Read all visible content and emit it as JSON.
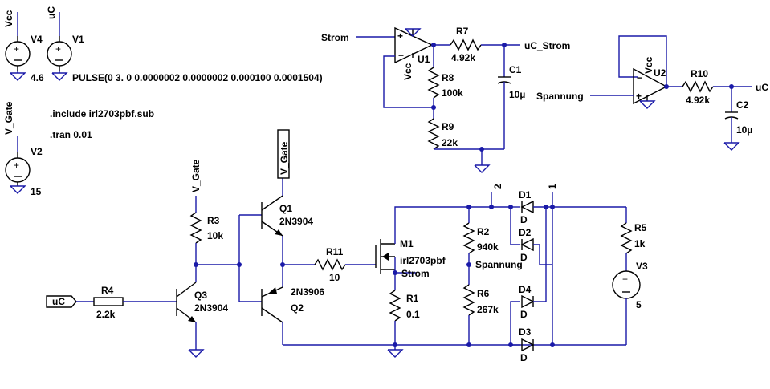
{
  "sources": {
    "v4": {
      "name": "V4",
      "node": "Vcc",
      "value": "4.6"
    },
    "v1": {
      "name": "V1",
      "node": "uC",
      "value": "PULSE(0 3. 0 0.0000002 0.0000002 0.000100 0.0001504)"
    },
    "v2": {
      "name": "V2",
      "node": "V_Gate",
      "value": "15"
    },
    "v3": {
      "name": "V3",
      "value": "5"
    }
  },
  "directives": {
    "include": ".include irl2703pbf.sub",
    "tran": ".tran 0.01"
  },
  "components": {
    "r1": {
      "name": "R1",
      "value": "0.1"
    },
    "r2": {
      "name": "R2",
      "value": "940k"
    },
    "r3": {
      "name": "R3",
      "value": "10k"
    },
    "r4": {
      "name": "R4",
      "value": "2.2k"
    },
    "r5": {
      "name": "R5",
      "value": "1k"
    },
    "r6": {
      "name": "R6",
      "value": "267k"
    },
    "r7": {
      "name": "R7",
      "value": "4.92k"
    },
    "r8": {
      "name": "R8",
      "value": "100k"
    },
    "r9": {
      "name": "R9",
      "value": "22k"
    },
    "r10": {
      "name": "R10",
      "value": "4.92k"
    },
    "r11": {
      "name": "R11",
      "value": "10"
    },
    "c1": {
      "name": "C1",
      "value": "10µ"
    },
    "c2": {
      "name": "C2",
      "value": "10µ"
    },
    "q1": {
      "name": "Q1",
      "model": "2N3904"
    },
    "q2": {
      "name": "Q2",
      "model": "2N3906"
    },
    "q3": {
      "name": "Q3",
      "model": "2N3904"
    },
    "m1": {
      "name": "M1",
      "model": "irl2703pbf"
    },
    "u1": {
      "name": "U1",
      "supply": "Vcc"
    },
    "u2": {
      "name": "U2",
      "supply": "Vcc"
    },
    "d1": {
      "name": "D1",
      "model": "D"
    },
    "d2": {
      "name": "D2",
      "model": "D"
    },
    "d3": {
      "name": "D3",
      "model": "D"
    },
    "d4": {
      "name": "D4",
      "model": "D"
    }
  },
  "nets": {
    "strom": "Strom",
    "uc_strom": "uC_Strom",
    "spannung": "Spannung",
    "uc": "uC",
    "v_gate": "V_Gate",
    "n1": "1",
    "n2": "2"
  },
  "colors": {
    "wire": "#1a1aa8",
    "component": "#000000",
    "background": "#ffffff"
  }
}
